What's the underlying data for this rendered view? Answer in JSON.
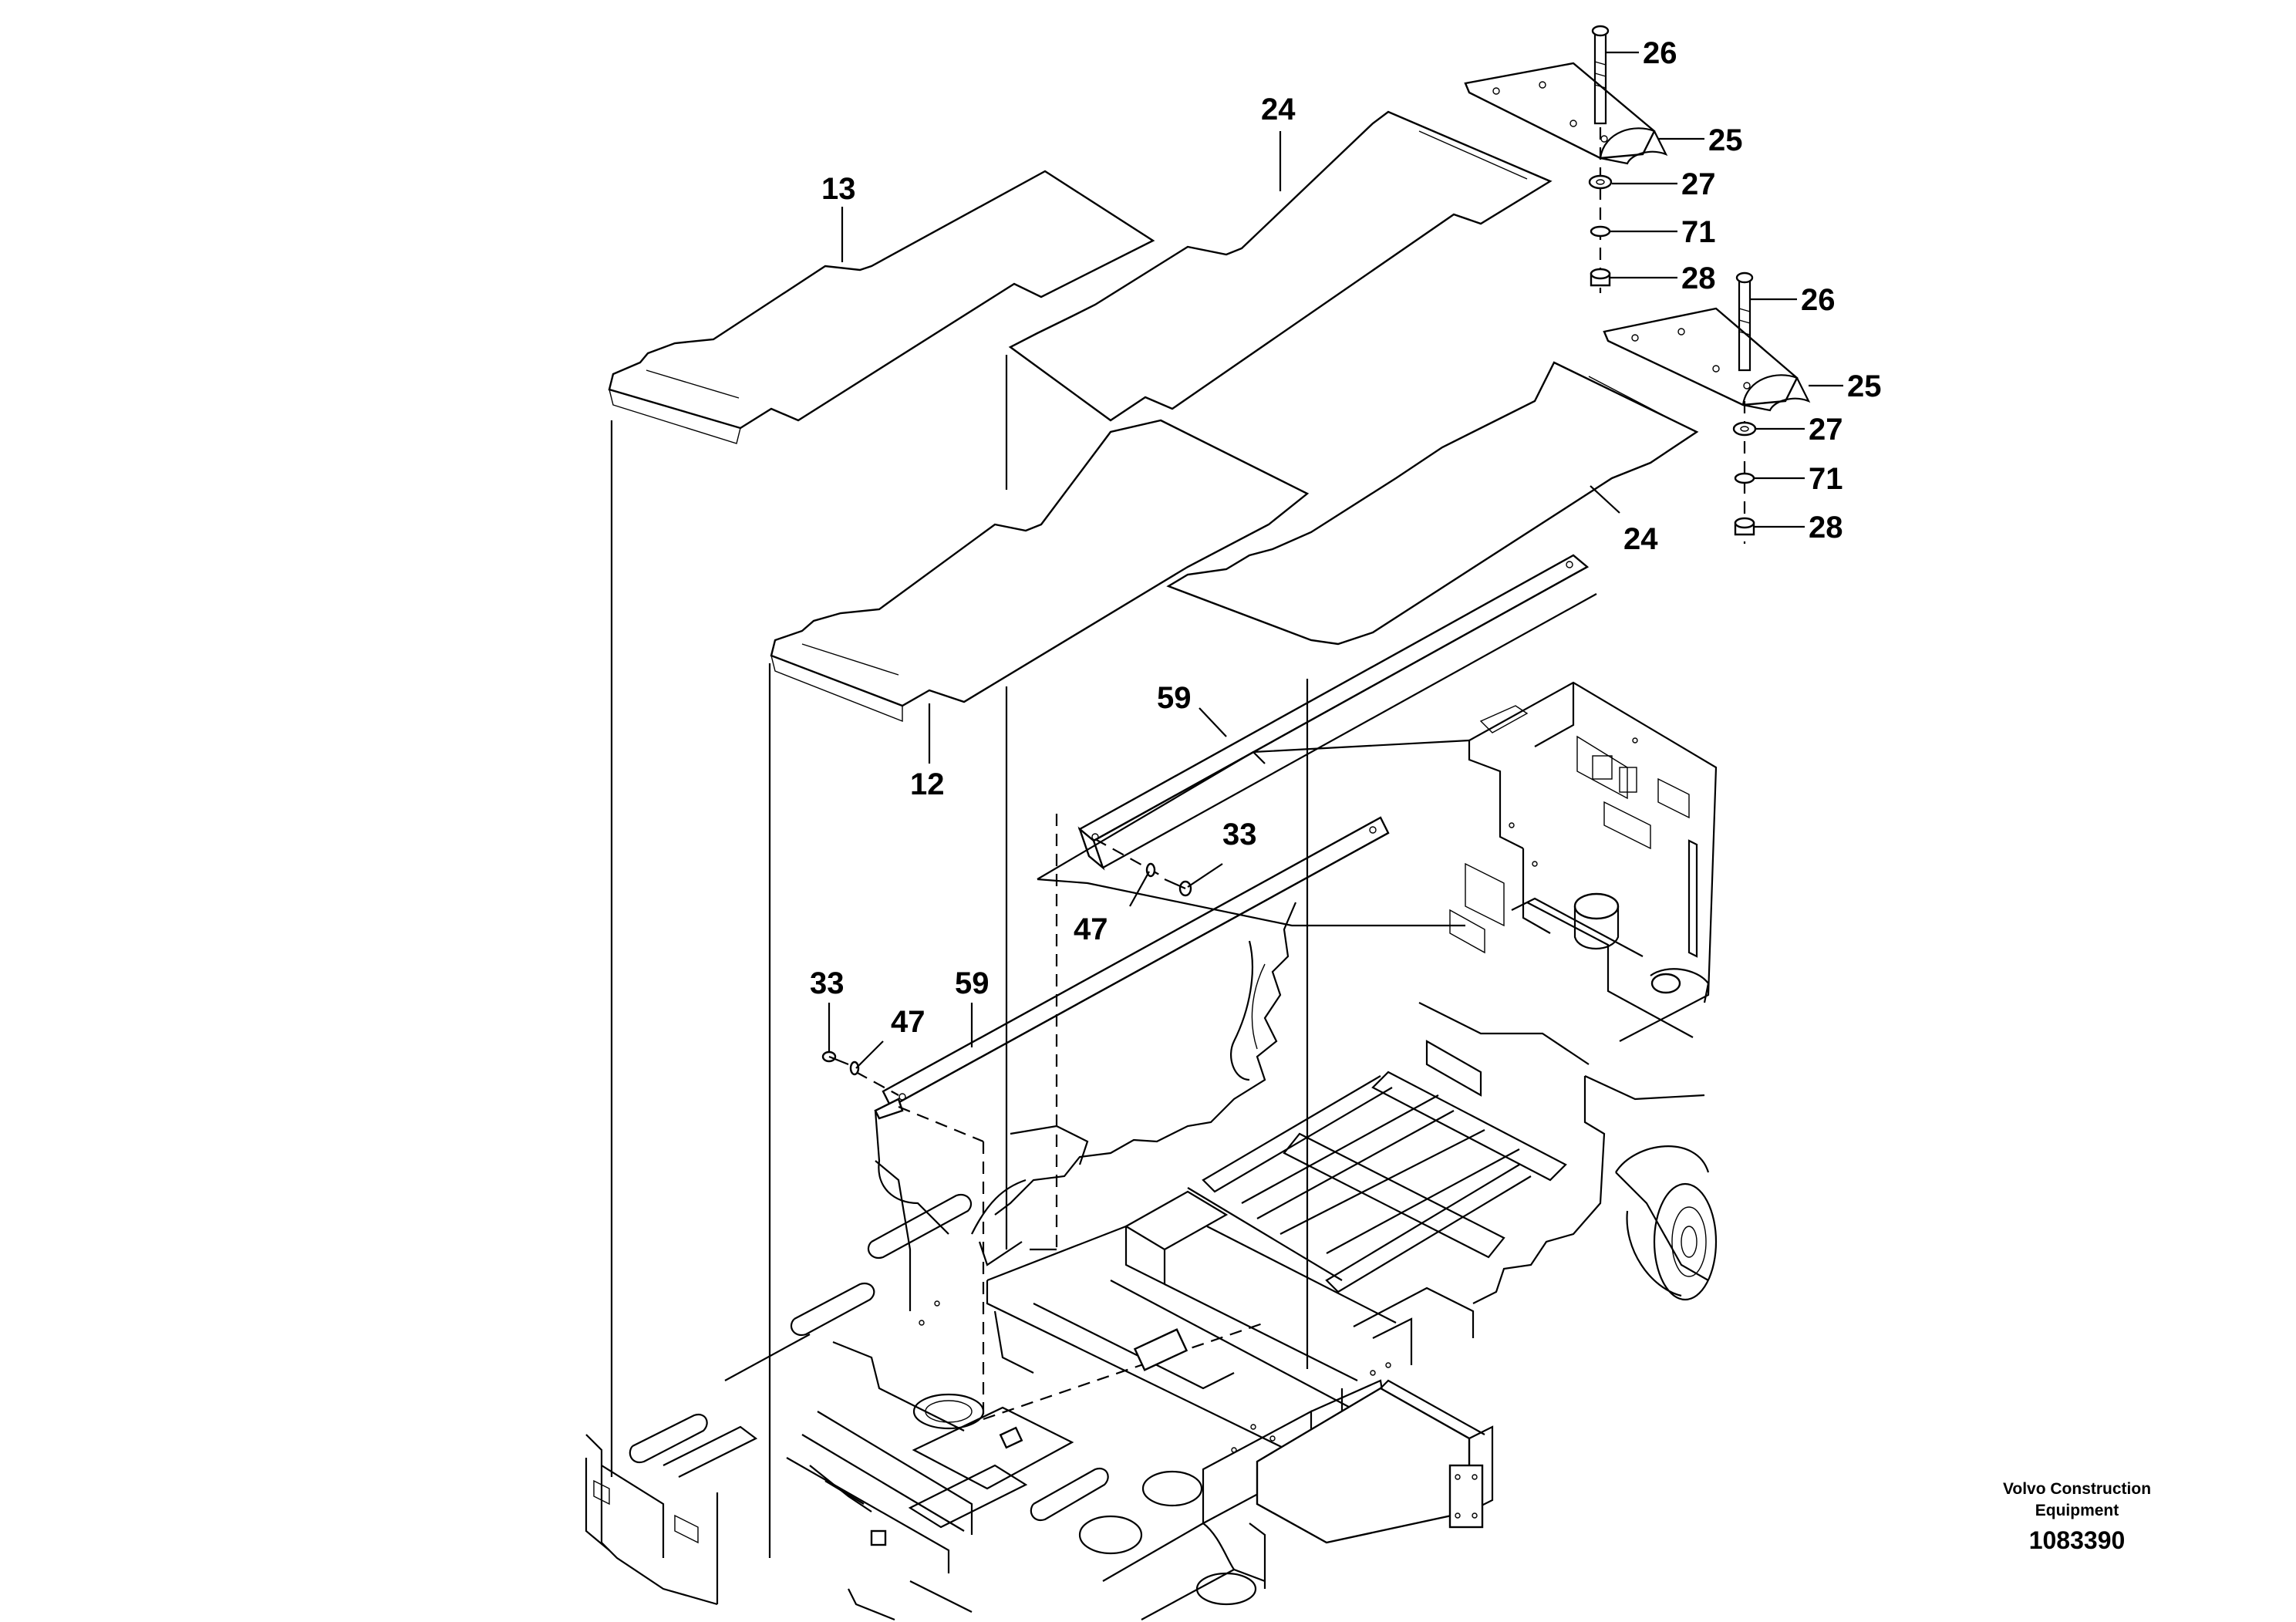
{
  "callouts": {
    "p13": "13",
    "p24_top": "24",
    "p26_top": "26",
    "p25_top": "25",
    "p27_top": "27",
    "p71_top": "71",
    "p28_top": "28",
    "p26_bottom": "26",
    "p25_bottom": "25",
    "p27_bottom": "27",
    "p71_bottom": "71",
    "p28_bottom": "28",
    "p24_bottom": "24",
    "p12": "12",
    "p59_top": "59",
    "p33_right": "33",
    "p47_right": "47",
    "p33_left": "33",
    "p47_left": "47",
    "p59_left": "59"
  },
  "footer": {
    "brand_line1": "Volvo Construction",
    "brand_line2": "Equipment",
    "drawing_number": "1083390"
  }
}
